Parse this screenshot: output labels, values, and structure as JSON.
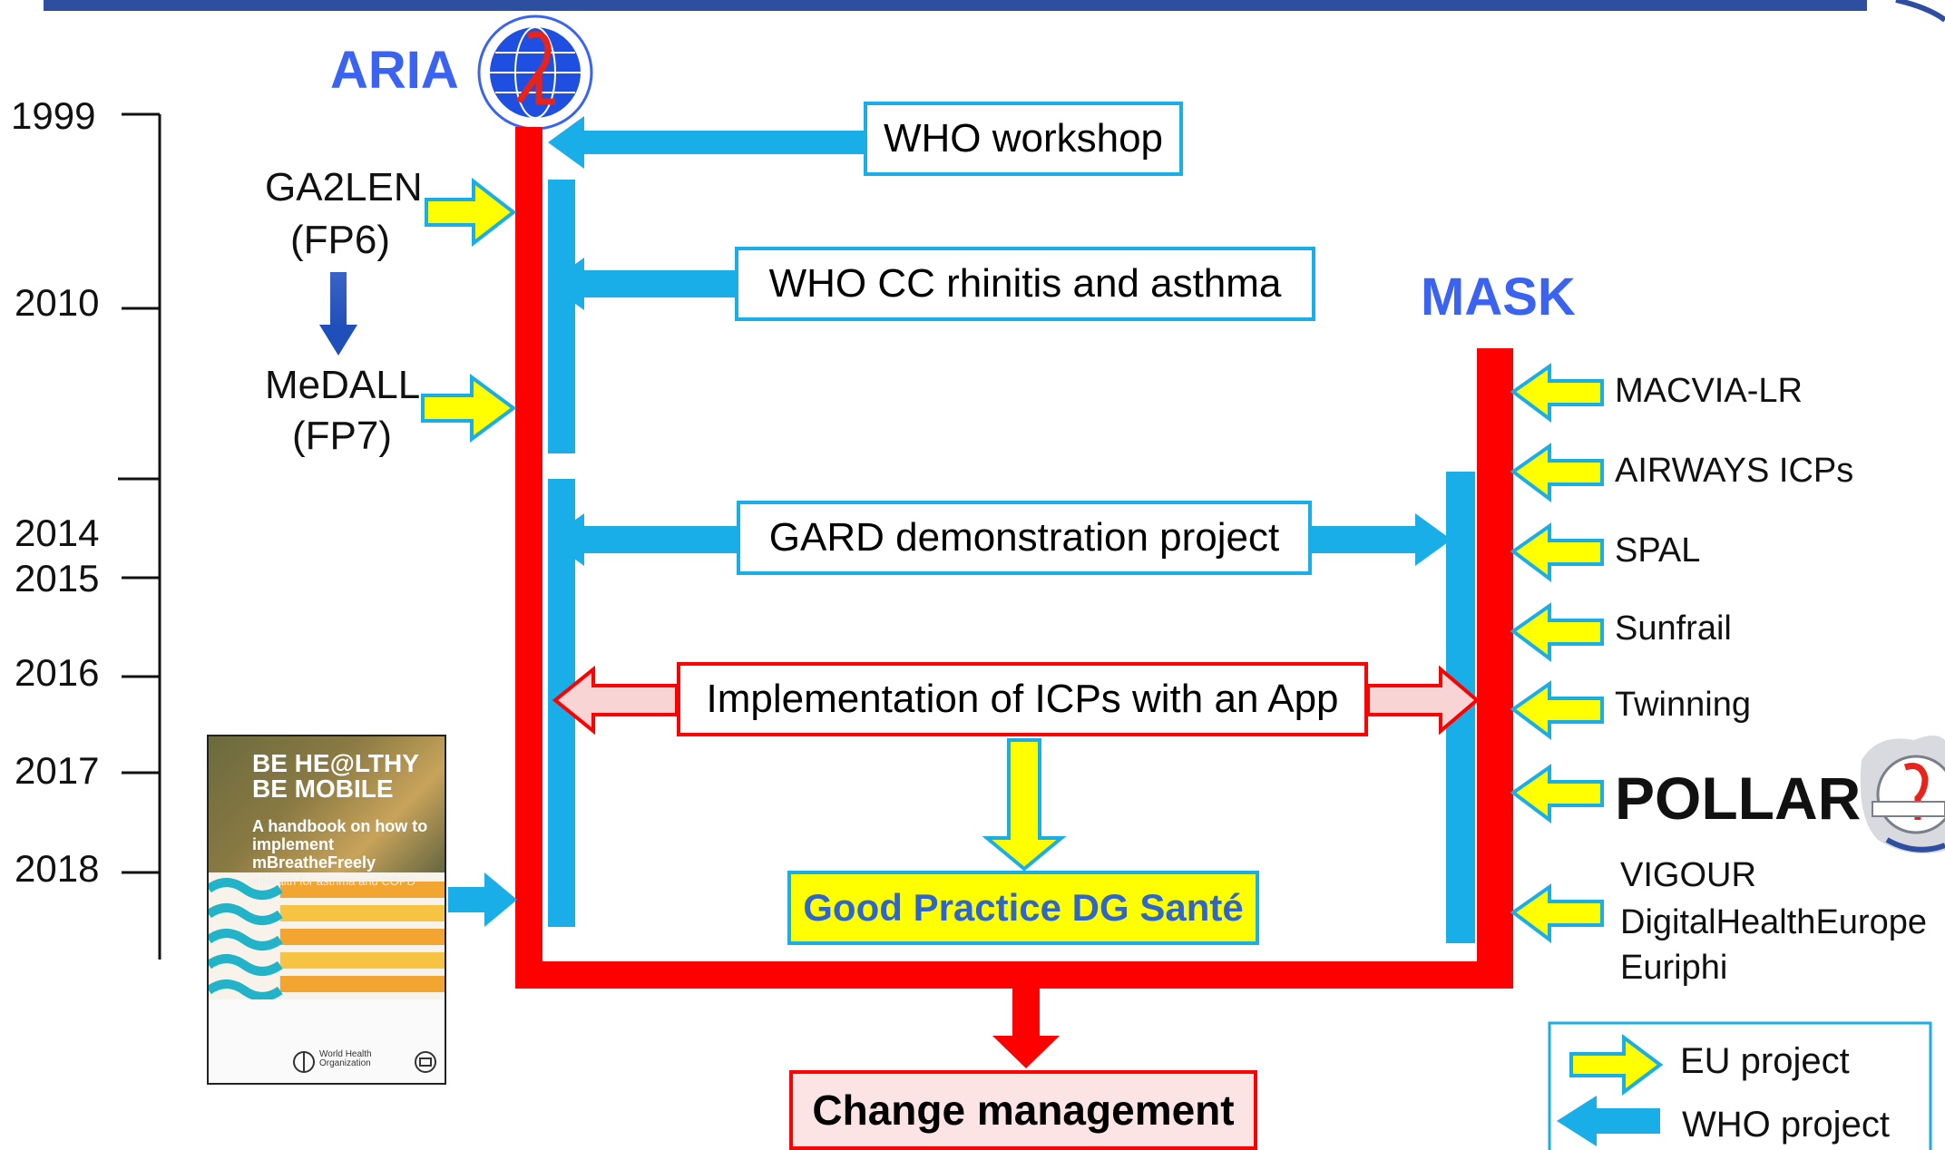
{
  "header_bar_color": "#2e4fa1",
  "colors": {
    "eu_arrow_fill": "#ffff00",
    "eu_arrow_stroke": "#1aaee8",
    "who_arrow": "#1aaee8",
    "main_line": "#ff0000",
    "brand": "#3b63f2"
  },
  "timeline": {
    "years": [
      "1999",
      "2010",
      "2014",
      "2015",
      "2016",
      "2017",
      "2018"
    ]
  },
  "aria": {
    "label": "ARIA",
    "logo_icon": "aria-globe-logo"
  },
  "mask": {
    "label": "MASK"
  },
  "sources": {
    "ga2len": "GA2LEN",
    "ga2len_fp": "(FP6)",
    "medall": "MeDALL",
    "medall_fp": "(FP7)"
  },
  "boxes": {
    "who_workshop": "WHO workshop",
    "who_cc": "WHO CC rhinitis and asthma",
    "gard": "GARD demonstration project",
    "implementation": "Implementation of ICPs with an App",
    "good_practice": "Good Practice DG Santé",
    "change_management": "Change management"
  },
  "partners": [
    "MACVIA-LR",
    "AIRWAYS ICPs",
    "SPAL",
    "Sunfrail",
    "Twinning",
    "POLLAR"
  ],
  "partners_group": [
    "VIGOUR",
    "DigitalHealthEurope",
    "Euriphi"
  ],
  "pollar_logo_icon": "pollar-logo",
  "book": {
    "title_line1": "BE HE@LTHY",
    "title_line2": "BE MOBILE",
    "subtitle": "A handbook on how to implement mBreatheFreely",
    "tagline": "mHealth for asthma and COPD",
    "org": "World Health Organization"
  },
  "legend": {
    "eu": "EU project",
    "who": "WHO project"
  }
}
